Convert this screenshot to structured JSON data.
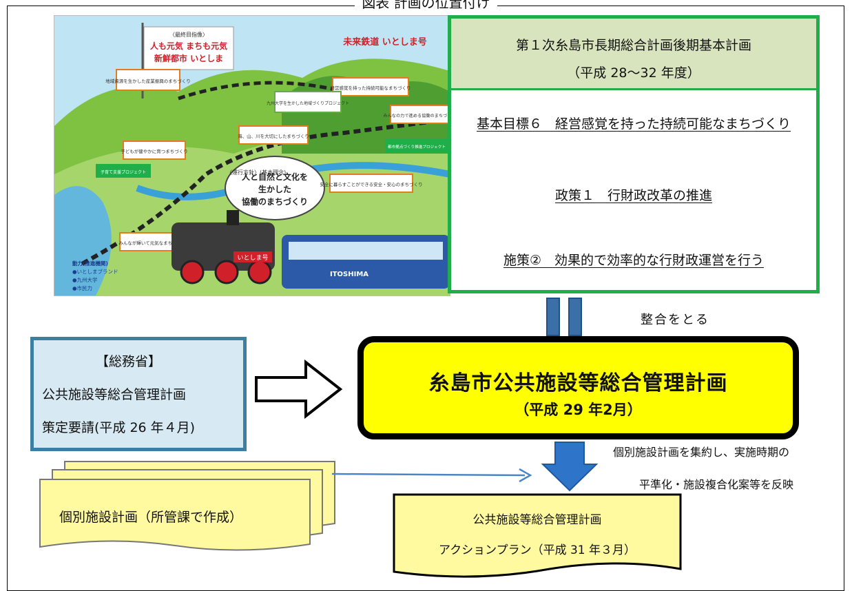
{
  "figure_title": "図表 計画の位置付け",
  "illustration": {
    "flag_small": "〈最終目指像〉",
    "flag_line1": "人も元気 まちも元気",
    "flag_line2": "新鮮都市 いとしま",
    "railway_label": "未来鉄道 いとしま号",
    "center_small": "〈運行方針〉(基本理念)",
    "center_text_1": "人と自然と文化を",
    "center_text_2": "生かした",
    "center_text_3": "協働のまちづくり",
    "train_name": "いとしま号",
    "train_side": "ITOSHIMA",
    "sign_1": "みんなが輝いて元気なまちづくり",
    "sign_2": "子どもが健やかに育つまちづくり",
    "sign_3": "海、山、川を大切にしたまちづくり",
    "sign_4": "安全に暮らすことができる安全・安心のまちづくり",
    "sign_5": "経営感覚を持った持続可能なまちづくり",
    "sign_6": "みんなの力で進める協働のまちづくり",
    "sign_7": "地域資源を生かした産業振興のまちづくり",
    "sign_project_1": "九州大学を生かした地域づくりプロジェクト",
    "sign_project_2": "子育て支援プロジェクト",
    "sign_project_3": "都市拠点づくり推進プロジェクト",
    "power_title": "動力(推進機関)",
    "power_1": "●いとしまブランド",
    "power_2": "●九州大学",
    "power_3": "●市民力"
  },
  "plan": {
    "title": "第１次糸島市長期総合計画後期基本計画",
    "period": "（平成 28～32 年度）",
    "goal": "基本目標６　経営感覚を持った持続可能なまちづくり",
    "policy": "政策１　行財政改革の推進",
    "measure": "施策②　効果的で効率的な行財政運営を行う"
  },
  "align_note": "整合をとる",
  "ministry": {
    "name": "【総務省】",
    "line1": "公共施設等総合管理計画",
    "line2": "策定要請(平成 26 年４月)"
  },
  "main_plan": {
    "title": "糸島市公共施設等総合管理計画",
    "date": "（平成 29 年2月）"
  },
  "reflect_note": {
    "line1": "個別施設計画を集約し、実施時期の",
    "line2": "平準化・施設複合化案等を反映"
  },
  "individual_plan": "個別施設計画（所管課で作成）",
  "action_plan": {
    "title": "公共施設等総合管理計画",
    "subtitle": "アクションプラン（平成 31 年３月）"
  },
  "colors": {
    "green_border": "#1fae4a",
    "green_fill": "#d7e4bd",
    "main_fill": "#ffff00",
    "doc_fill": "#fffaa0",
    "ministry_fill": "#d7e9f2",
    "ministry_border": "#3b7fa3",
    "arrow_blue": "#2e75c9"
  }
}
